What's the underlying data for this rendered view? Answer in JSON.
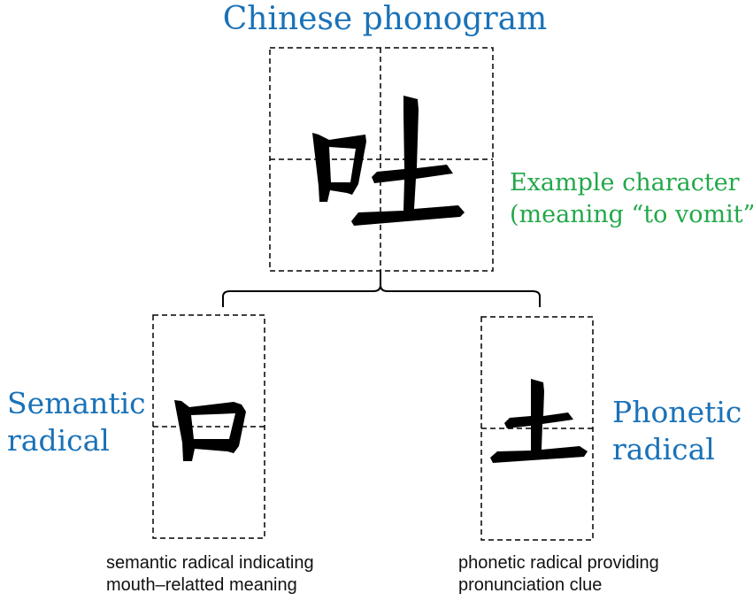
{
  "title": "Chinese phonogram",
  "example": {
    "character": "吐",
    "label_line1": "Example character",
    "label_line2": "(meaning “to vomit”)"
  },
  "semantic": {
    "character": "口",
    "label_line1": "Semantic",
    "label_line2": "radical",
    "caption_line1": "semantic radical indicating",
    "caption_line2": "mouth–relatted meaning"
  },
  "phonetic": {
    "character": "土",
    "label_line1": "Phonetic",
    "label_line2": "radical",
    "caption_line1": "phonetic radical providing",
    "caption_line2": "pronunciation clue"
  },
  "colors": {
    "heading_blue": "#1a72b8",
    "example_green": "#22a84a",
    "ink": "#000000"
  }
}
